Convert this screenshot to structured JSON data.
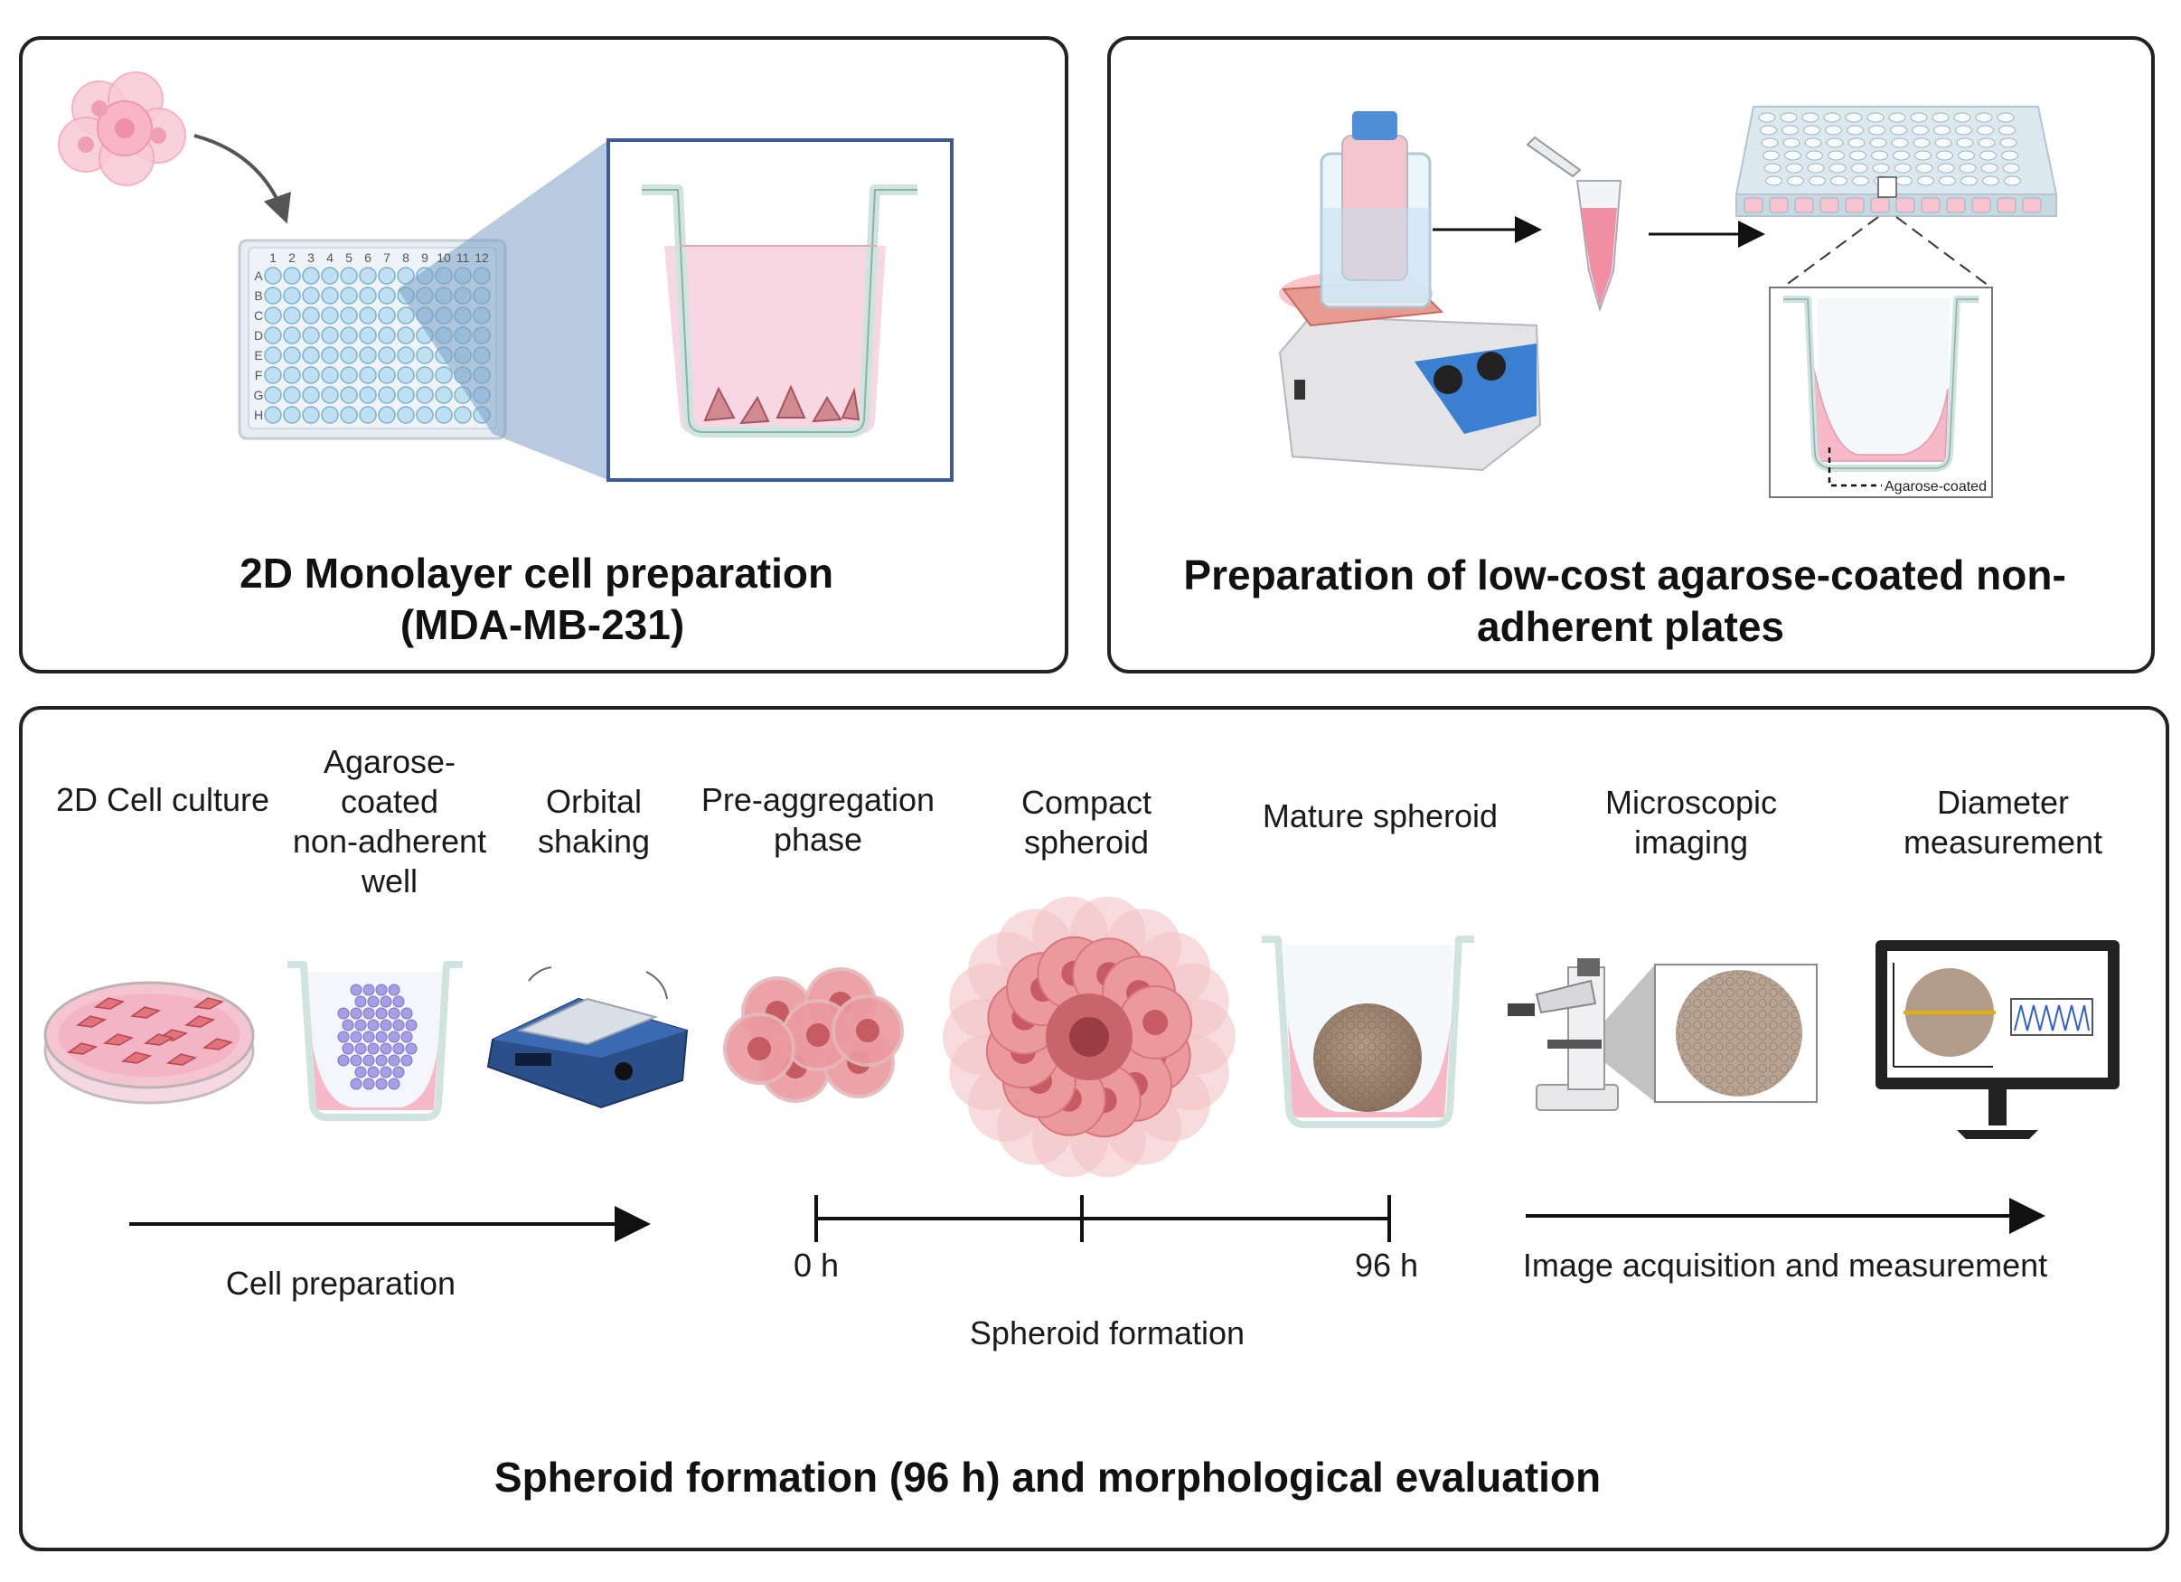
{
  "panels": {
    "monolayer": {
      "title_lines": [
        "2D Monolayer cell preparation",
        "(MDA-MB-231)"
      ]
    },
    "plates": {
      "title_lines": [
        "Preparation of low-cost agarose-coated non-",
        "adherent plates"
      ],
      "coating_label": "Agarose-coated"
    },
    "spheroid": {
      "title": "Spheroid formation (96 h) and morphological evaluation"
    }
  },
  "plate96": {
    "rows": [
      "A",
      "B",
      "C",
      "D",
      "E",
      "F",
      "G",
      "H"
    ],
    "columns": [
      "1",
      "2",
      "3",
      "4",
      "5",
      "6",
      "7",
      "8",
      "9",
      "10",
      "11",
      "12"
    ]
  },
  "steps": [
    {
      "lines": [
        "2D Cell culture"
      ]
    },
    {
      "lines": [
        "Agarose-",
        "coated",
        "non-adherent",
        "well"
      ]
    },
    {
      "lines": [
        "Orbital",
        "shaking"
      ]
    },
    {
      "lines": [
        "Pre-aggregation",
        "phase"
      ]
    },
    {
      "lines": [
        "Compact",
        "spheroid"
      ]
    },
    {
      "lines": [
        "Mature spheroid"
      ]
    },
    {
      "lines": [
        "Microscopic",
        "imaging"
      ]
    },
    {
      "lines": [
        "Diameter",
        "measurement"
      ]
    }
  ],
  "timeline": {
    "cell_preparation": "Cell preparation",
    "start": "0 h",
    "end": "96 h",
    "spheroid_formation": "Spheroid formation",
    "image_acquisition": "Image acquisition and measurement"
  },
  "colors": {
    "panel_border": "#222222",
    "medium_pink": "#f5d3de",
    "agarose_pink": "#f7b9c8",
    "well_wall": "#cfe3df",
    "callout_blue": "#9db7d3",
    "callout_border": "#3c5a99",
    "well_blue": "#bfe0f2"
  }
}
